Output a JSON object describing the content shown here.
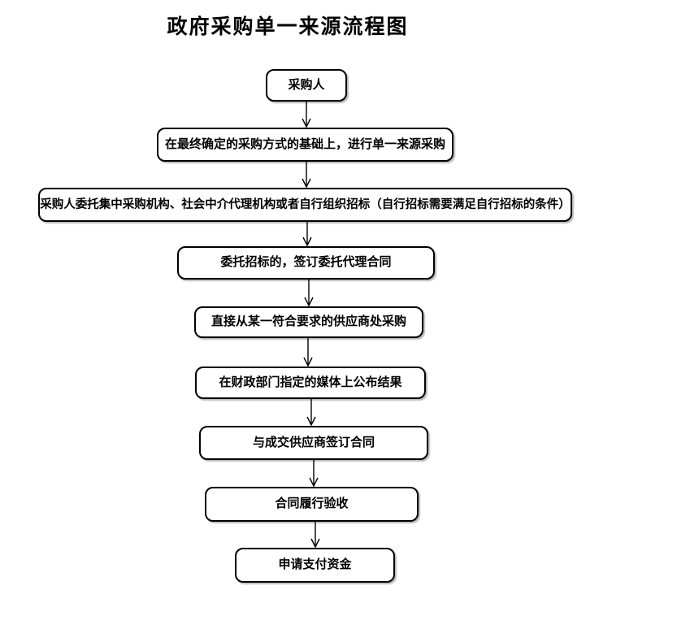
{
  "page": {
    "title": "政府采购单一来源流程图"
  },
  "flow": {
    "direction": "top-to-bottom",
    "connector_icon": "down-arrow-icon",
    "colors": {
      "node_stroke": "#000000",
      "node_fill": "#ffffff",
      "text": "#000000",
      "background": "#ffffff"
    },
    "nodes": [
      {
        "id": "purchaser",
        "label": "采购人"
      },
      {
        "id": "single-source-basis",
        "label": "在最终确定的采购方式的基础上，进行单一来源采购"
      },
      {
        "id": "entrust-or-self-bidding",
        "label": "采购人委托集中采购机构、社会中介代理机构或者自行组织招标（自行招标需要满足自行招标的条件）"
      },
      {
        "id": "agency-contract",
        "label": "委托招标的，签订委托代理合同"
      },
      {
        "id": "direct-purchase",
        "label": "直接从某一符合要求的供应商处采购"
      },
      {
        "id": "publish-result",
        "label": "在财政部门指定的媒体上公布结果"
      },
      {
        "id": "sign-contract",
        "label": "与成交供应商签订合同"
      },
      {
        "id": "contract-acceptance",
        "label": "合同履行验收"
      },
      {
        "id": "payment-request",
        "label": "申请支付资金"
      }
    ],
    "edges": [
      [
        "purchaser",
        "single-source-basis"
      ],
      [
        "single-source-basis",
        "entrust-or-self-bidding"
      ],
      [
        "entrust-or-self-bidding",
        "agency-contract"
      ],
      [
        "agency-contract",
        "direct-purchase"
      ],
      [
        "direct-purchase",
        "publish-result"
      ],
      [
        "publish-result",
        "sign-contract"
      ],
      [
        "sign-contract",
        "contract-acceptance"
      ],
      [
        "contract-acceptance",
        "payment-request"
      ]
    ]
  }
}
